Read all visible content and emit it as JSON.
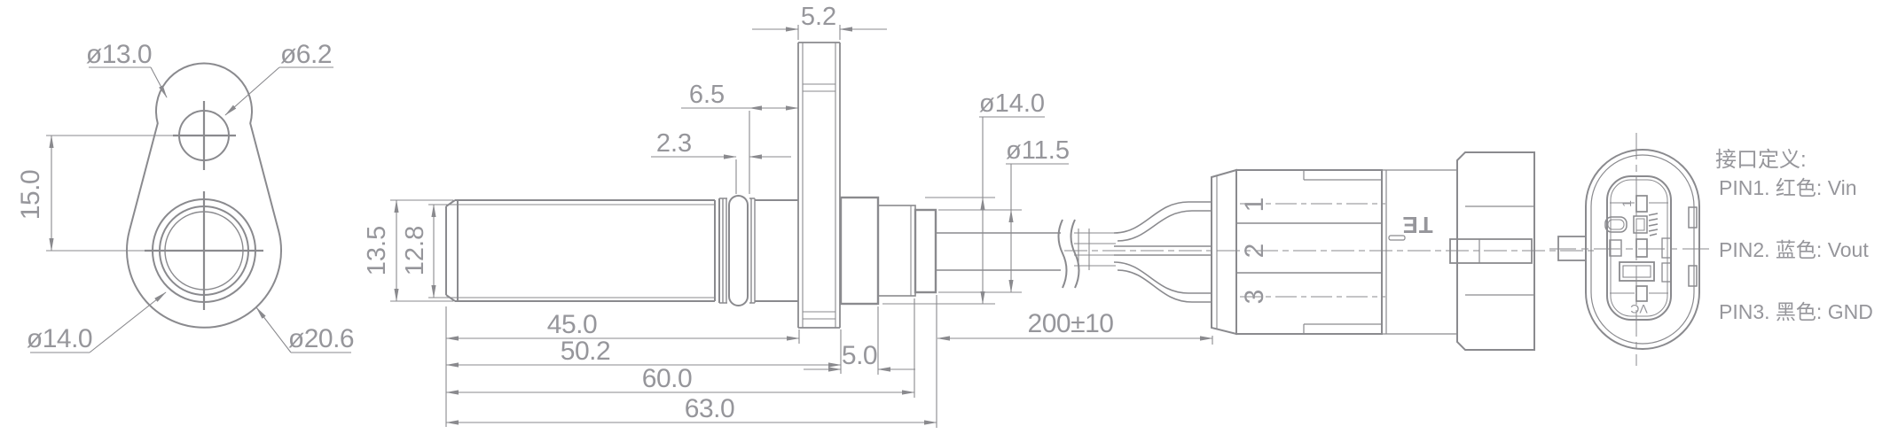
{
  "drawing_type": "sensor-dimensional-drawing",
  "colors": {
    "line": "#8a8a8e",
    "text": "#96969b",
    "background": "#ffffff"
  },
  "left_view": {
    "dia_top_boss": "ø13.0",
    "dia_top_hole": "ø6.2",
    "center_distance": "15.0",
    "dia_bore": "ø14.0",
    "dia_boss": "ø20.6"
  },
  "side_view": {
    "flange_thickness": "5.2",
    "boss_to_flange": "6.5",
    "groove_width": "2.3",
    "thread_od": "13.5",
    "thread_id": "12.8",
    "len_45": "45.0",
    "len_50_2": "50.2",
    "len_5": "5.0",
    "len_60": "60.0",
    "len_63": "63.0",
    "dia_body": "ø14.0",
    "dia_gland": "ø11.5",
    "cable_length": "200±10"
  },
  "connector": {
    "wire_1": "1",
    "wire_2": "2",
    "wire_3": "3",
    "brand": "TE",
    "front_mark_top": "1",
    "front_mark_bottom": "VC"
  },
  "pinout": {
    "title": "接口定义:",
    "pin1": "PIN1. 红色: Vin",
    "pin2": "PIN2. 蓝色: Vout",
    "pin3": "PIN3. 黑色: GND"
  }
}
